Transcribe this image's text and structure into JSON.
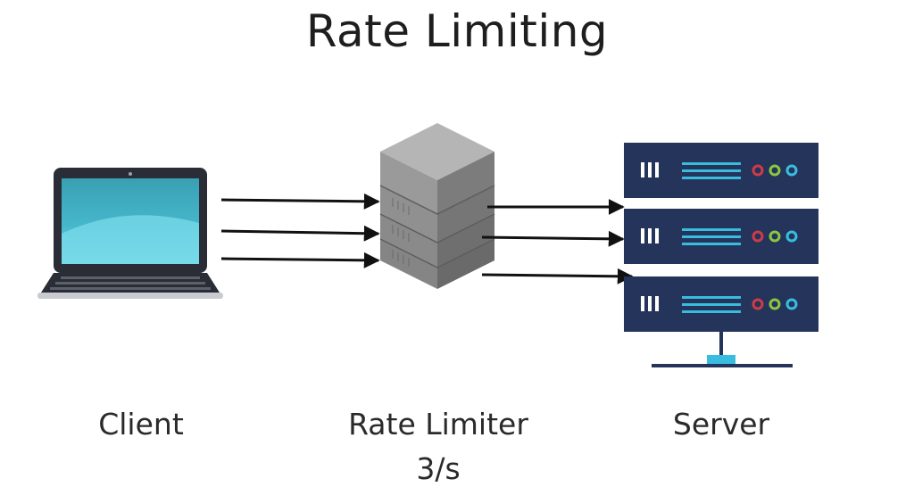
{
  "title": "Rate Limiting",
  "nodes": {
    "client": {
      "label": "Client",
      "icon": "laptop-icon"
    },
    "rate_limiter": {
      "label": "Rate Limiter",
      "rate": "3/s",
      "icon": "rate-limiter-icon"
    },
    "server": {
      "label": "Server",
      "icon": "server-rack-icon"
    }
  },
  "connections": {
    "client_to_limiter": 3,
    "limiter_to_server": 3
  },
  "colors": {
    "server_body": "#24345a",
    "server_lines": "#38bde0",
    "led_red": "#d03a48",
    "led_green": "#8cc640",
    "led_blue": "#38bde0",
    "limiter_gray": "#8e8e8e",
    "laptop_screen": "#44b6ca",
    "laptop_frame": "#2a2d35"
  }
}
